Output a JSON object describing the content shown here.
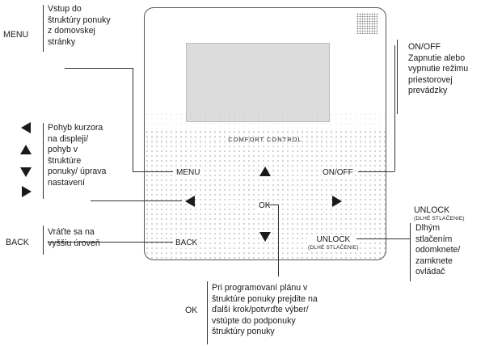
{
  "device": {
    "brand_label": "COMFORT  CONTROL",
    "buttons": {
      "menu": "MENU",
      "on_off": "ON/OFF",
      "ok": "OK",
      "back": "BACK",
      "unlock": "UNLOCK",
      "unlock_sub": "(DLHÉ STLAČENIE)"
    }
  },
  "annotations": {
    "menu": {
      "key": "MENU",
      "lines": [
        "Vstup do",
        "štruktúry ponuky",
        "z domovskej",
        "stránky"
      ]
    },
    "navigation": {
      "lines": [
        "Pohyb kurzora",
        "na displeji/",
        "pohyb v",
        "štruktúre",
        "ponuky/ úprava",
        "nastavení"
      ]
    },
    "back": {
      "key": "BACK",
      "lines": [
        "Vráťte sa na",
        "vyššiu úroveň"
      ]
    },
    "on_off": {
      "lines": [
        "ON/OFF",
        "Zapnutie alebo",
        "vypnutie režimu",
        "priestorovej",
        "prevádzky"
      ]
    },
    "unlock": {
      "title": "UNLOCK",
      "sub": "(DLHÉ STLAČENIE)",
      "lines": [
        "Dlhým",
        "stlačením",
        "odomknete/",
        "zamknete",
        "ovládač"
      ]
    },
    "ok": {
      "key": "OK",
      "lines": [
        "Pri programovaní plánu v",
        "štruktúre ponuky prejdite na",
        "ďalší krok/potvrďte výber/",
        "vstúpte do podponuky",
        "štruktúry ponuky"
      ]
    }
  },
  "colors": {
    "ink": "#1a1a1a",
    "screen": "#dcdcdc",
    "dots": "#9a9a9a"
  }
}
